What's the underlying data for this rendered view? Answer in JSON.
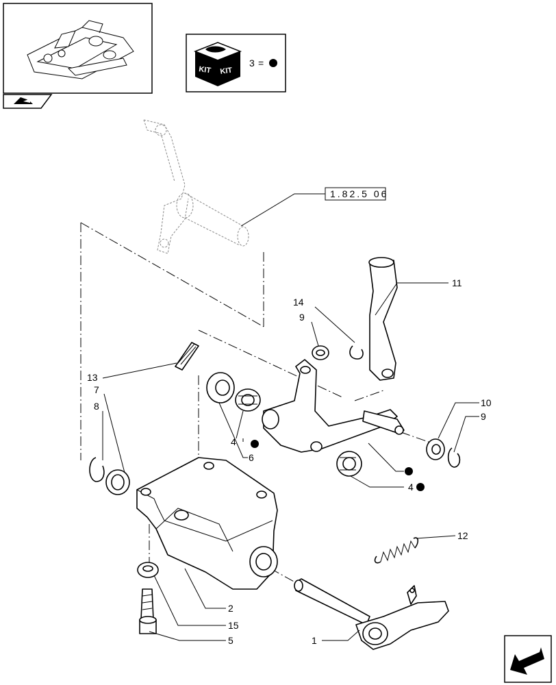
{
  "kit": {
    "box_text_left": "KIT",
    "box_text_right": "KIT",
    "legend_number": "3",
    "legend_equals": "="
  },
  "reference": "1.82.5 06",
  "callouts": {
    "c1": "1",
    "c2": "2",
    "c4a": "4",
    "c4b": "4",
    "c5": "5",
    "c6": "6",
    "c7": "7",
    "c8": "8",
    "c9a": "9",
    "c9b": "9",
    "c10": "10",
    "c11": "11",
    "c12": "12",
    "c13": "13",
    "c14": "14",
    "c15": "15"
  },
  "icons": {
    "nav_tab": "tractor-arrow-icon",
    "next_page": "arrow-down-left-icon",
    "kit_marker": "filled-dot-icon"
  }
}
